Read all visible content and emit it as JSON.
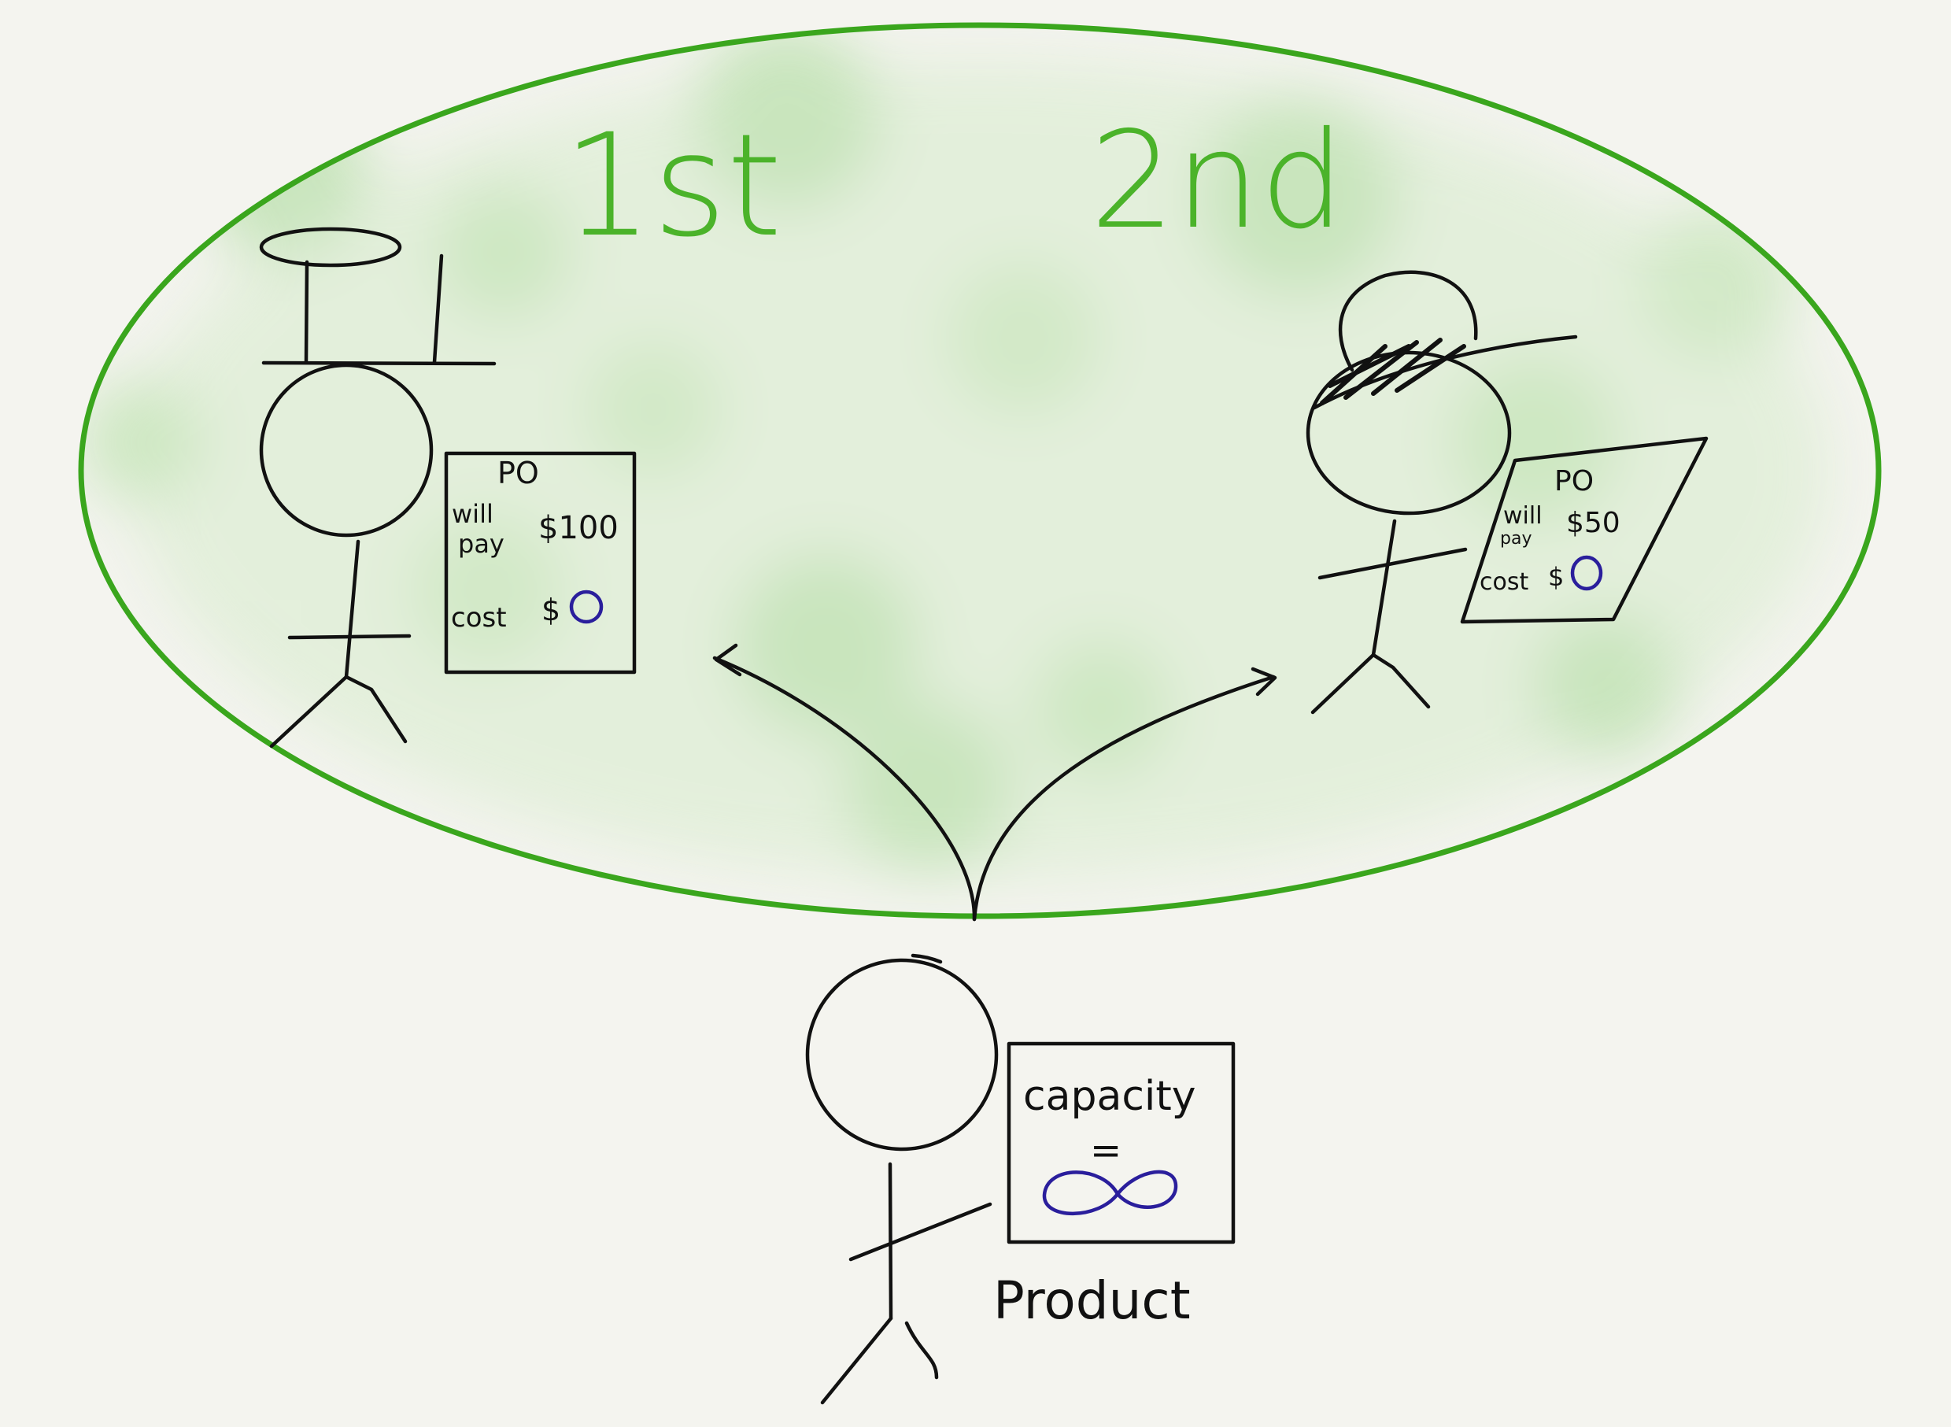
{
  "diagram": {
    "zone_labels": {
      "first": "1st",
      "second": "2nd"
    },
    "buyer_first": {
      "po_title": "PO",
      "will_label": "will",
      "pay_label": "pay",
      "price": "$100",
      "cost_label": "cost",
      "cost_currency": "$"
    },
    "buyer_second": {
      "po_title": "PO",
      "will_label": "will",
      "pay_label": "pay",
      "price": "$50",
      "cost_label": "cost",
      "cost_currency": "$"
    },
    "seller": {
      "capacity_label": "capacity",
      "equals_sign": "=",
      "caption": "Product"
    },
    "colors": {
      "ellipse_stroke": "#3aa61d",
      "wash": "#8fd27a",
      "ink": "#111111",
      "blue_ink": "#2a1e9c",
      "background": "#f4f4ef"
    }
  }
}
